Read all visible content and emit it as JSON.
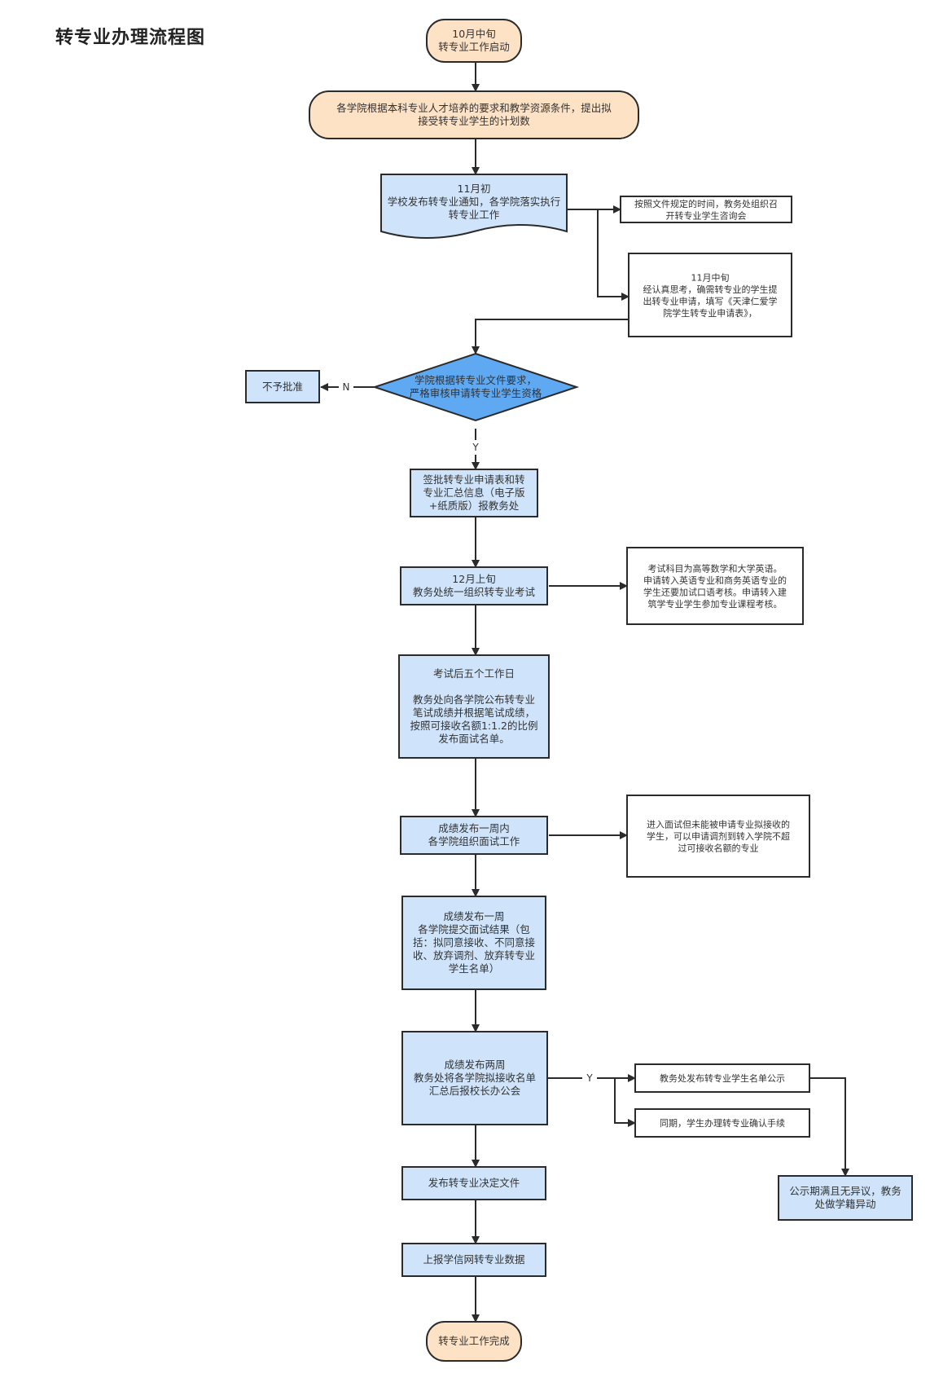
{
  "title": "转专业办理流程图",
  "colors": {
    "terminal_fill": "#fde2c6",
    "process_fill": "#cfe4fb",
    "decision_fill": "#5fa8f2",
    "note_fill": "#ffffff",
    "stroke": "#2b2b2b"
  },
  "nodes": {
    "start": [
      "10月中旬",
      "转专业工作启动"
    ],
    "plan": [
      "各学院根据本科专业人才培养的要求和教学资源条件，提出拟",
      "接受转专业学生的计划数"
    ],
    "notice": [
      "11月初",
      "学校发布转专业通知，各学院落实执行",
      "转专业工作"
    ],
    "consult": [
      "按照文件规定的时间，教务处组织召",
      "开转专业学生咨询会"
    ],
    "apply": [
      "11月中旬",
      "经认真思考，确需转专业的学生提",
      "出转专业申请，填写《天津仁爱学",
      "院学生转专业申请表》，"
    ],
    "review": [
      "学院根据转专业文件要求，",
      "严格审核申请转专业学生资格"
    ],
    "reject": [
      "不予批准"
    ],
    "sign": [
      "签批转专业申请表和转",
      "专业汇总信息（电子版",
      "+纸质版）报教务处"
    ],
    "exam": [
      "12月上旬",
      "教务处统一组织转专业考试"
    ],
    "exam_note": [
      "考试科目为高等数学和大学英语。",
      "申请转入英语专业和商务英语专业的",
      "学生还要加试口语考核。申请转入建",
      "筑学专业学生参加专业课程考核。"
    ],
    "after_exam": [
      "考试后五个工作日",
      "",
      "教务处向各学院公布转专业",
      "笔试成绩并根据笔试成绩，",
      "按照可接收名额1:1.2的比例",
      "发布面试名单。"
    ],
    "interview": [
      "成绩发布一周内",
      "各学院组织面试工作"
    ],
    "interview_note": [
      "进入面试但未能被申请专业拟接收的",
      "学生，可以申请调剂到转入学院不超",
      "过可接收名额的专业"
    ],
    "submit": [
      "成绩发布一周",
      "各学院提交面试结果（包",
      "括：拟同意接收、不同意接",
      "收、放弃调剂、放弃转专业",
      "学生名单）"
    ],
    "report": [
      "成绩发布两周",
      "教务处将各学院拟接收名单",
      "汇总后报校长办公会"
    ],
    "publicize": [
      "教务处发布转专业学生名单公示"
    ],
    "confirm": [
      "同期，学生办理转专业确认手续"
    ],
    "status_change": [
      "公示期满且无异议，教务",
      "处做学籍异动"
    ],
    "decision_doc": [
      "发布转专业决定文件"
    ],
    "chsi": [
      "上报学信网转专业数据"
    ],
    "end": [
      "转专业工作完成"
    ]
  },
  "edge_labels": {
    "no": "N",
    "yes": "Y",
    "yes2": "Y"
  }
}
